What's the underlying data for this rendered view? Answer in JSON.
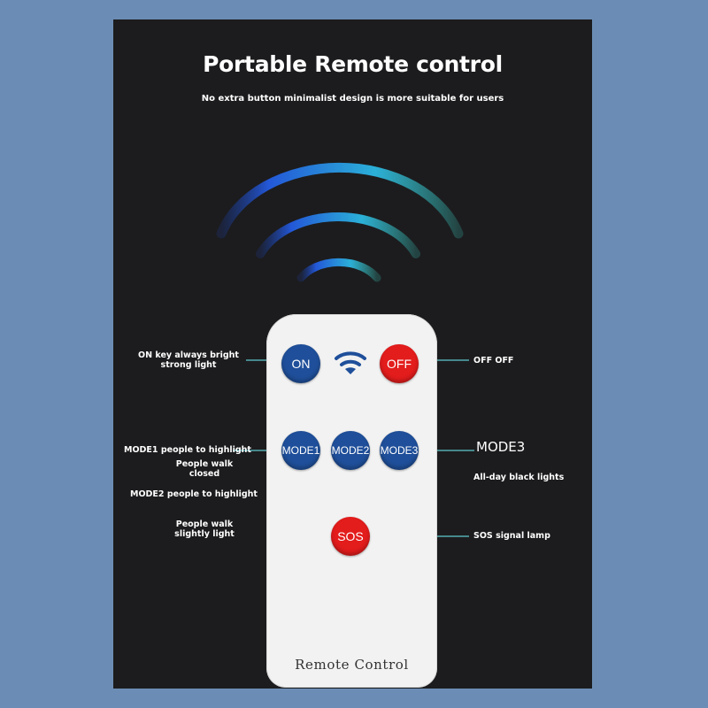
{
  "header": {
    "title": "Portable Remote control",
    "subtitle": "No extra button minimalist design is more suitable for users"
  },
  "remote": {
    "buttons": {
      "on": "ON",
      "off": "OFF",
      "mode1": "MODE1",
      "mode2": "MODE2",
      "mode3": "MODE3",
      "sos": "SOS"
    },
    "label": "Remote Control",
    "signal_icon": "wifi-icon"
  },
  "callouts": {
    "on_line1": "ON key always bright",
    "on_line2": "strong light",
    "off": "OFF OFF",
    "mode1": "MODE1 people to highlight",
    "mode1_note_line1": "People walk",
    "mode1_note_line2": "closed",
    "mode2": "MODE2 people to highlight",
    "mode2_note_line1": "People walk",
    "mode2_note_line2": "slightly light",
    "mode3": "MODE3",
    "mode3_note": "All-day black lights",
    "sos": "SOS signal lamp"
  },
  "colors": {
    "background": "#6b8db5",
    "panel": "#1c1c1e",
    "blue_button": "#1f4f9a",
    "red_button": "#e31c1c",
    "callout_line": "#5fc8d0"
  }
}
